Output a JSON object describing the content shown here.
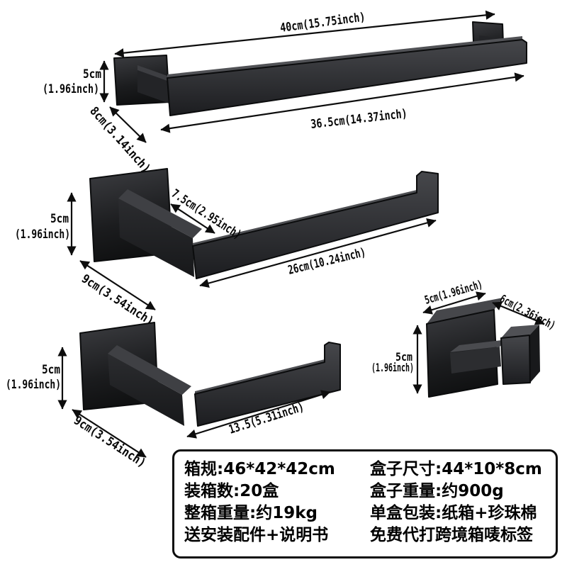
{
  "dimensions": {
    "towel_bar": {
      "length_top": "40cm(15.75inch)",
      "height": "5cm",
      "height_inch": "(1.96inch)",
      "depth": "8cm(3.14inch)",
      "length_bottom": "36.5cm(14.37inch)"
    },
    "towel_ring": {
      "depth": "7.5cm(2.95inch)",
      "height": "5cm",
      "height_inch": "(1.96inch)",
      "base": "9cm(3.54inch)",
      "length": "26cm(10.24inch)"
    },
    "paper_holder": {
      "height": "5cm",
      "height_inch": "(1.96inch)",
      "base": "9cm(3.54inch)",
      "length": "13.5(5.31inch)"
    },
    "robe_hook": {
      "width": "5cm(1.96inch)",
      "depth": "6cm(2.36inch)",
      "height": "5cm",
      "height_inch": "(1.96inch)"
    }
  },
  "spec_table": {
    "left_rows": [
      "箱规:46*42*42cm",
      "装箱数:20盒",
      "整箱重量:约19kg",
      "送安装配件+说明书"
    ],
    "right_rows": [
      "盒子尺寸:44*10*8cm",
      "盒子重量:约900g",
      "单盒包装:纸箱+珍珠棉",
      "免费代打跨境箱唛标签"
    ]
  },
  "colors": {
    "background": "#ffffff",
    "line": "#0d0d0d",
    "product_dark": "#1a1b1d",
    "product_mid": "#3c3d41",
    "product_light": "#4a4b4f",
    "table_border": "#0d0d0d"
  }
}
